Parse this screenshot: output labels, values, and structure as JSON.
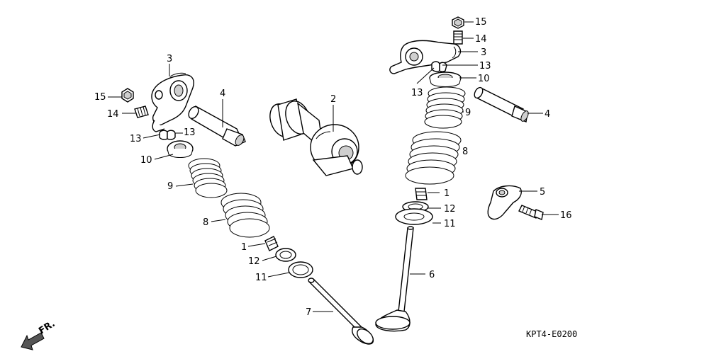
{
  "diagram": {
    "code": "KPT4-E0200",
    "arrow_label": "FR.",
    "callouts": [
      {
        "id": "c3l",
        "text": "3"
      },
      {
        "id": "c15l",
        "text": "15"
      },
      {
        "id": "c14l",
        "text": "14"
      },
      {
        "id": "c13la",
        "text": "13"
      },
      {
        "id": "c13lb",
        "text": "13"
      },
      {
        "id": "c10l",
        "text": "10"
      },
      {
        "id": "c9l",
        "text": "9"
      },
      {
        "id": "c8l",
        "text": "8"
      },
      {
        "id": "c1l",
        "text": "1"
      },
      {
        "id": "c12l",
        "text": "12"
      },
      {
        "id": "c11l",
        "text": "11"
      },
      {
        "id": "c7l",
        "text": "7"
      },
      {
        "id": "c4l",
        "text": "4"
      },
      {
        "id": "c2",
        "text": "2"
      },
      {
        "id": "c15r",
        "text": "15"
      },
      {
        "id": "c14r",
        "text": "14"
      },
      {
        "id": "c3r",
        "text": "3"
      },
      {
        "id": "c13ra",
        "text": "13"
      },
      {
        "id": "c13rb",
        "text": "13"
      },
      {
        "id": "c10r",
        "text": "10"
      },
      {
        "id": "c9r",
        "text": "9"
      },
      {
        "id": "c8r",
        "text": "8"
      },
      {
        "id": "c1r",
        "text": "1"
      },
      {
        "id": "c12r",
        "text": "12"
      },
      {
        "id": "c11r",
        "text": "11"
      },
      {
        "id": "c6r",
        "text": "6"
      },
      {
        "id": "c4r",
        "text": "4"
      },
      {
        "id": "c5r",
        "text": "5"
      },
      {
        "id": "c16r",
        "text": "16"
      }
    ]
  }
}
